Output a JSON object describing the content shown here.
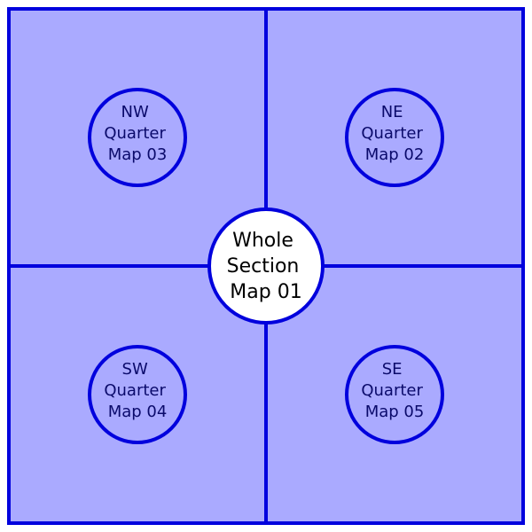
{
  "colors": {
    "border": "#0000dd",
    "quarter_fill": "#aaaaff",
    "center_fill": "#ffffff",
    "quarter_text": "#0a0a6a",
    "center_text": "#000000"
  },
  "map": {
    "center": {
      "lines": [
        "Whole",
        "Section",
        "Map 01"
      ]
    },
    "quarters": {
      "nw": {
        "lines": [
          "NW",
          "Quarter",
          "Map 03"
        ]
      },
      "ne": {
        "lines": [
          "NE",
          "Quarter",
          "Map 02"
        ]
      },
      "sw": {
        "lines": [
          "SW",
          "Quarter",
          "Map 04"
        ]
      },
      "se": {
        "lines": [
          "SE",
          "Quarter",
          "Map 05"
        ]
      }
    }
  }
}
